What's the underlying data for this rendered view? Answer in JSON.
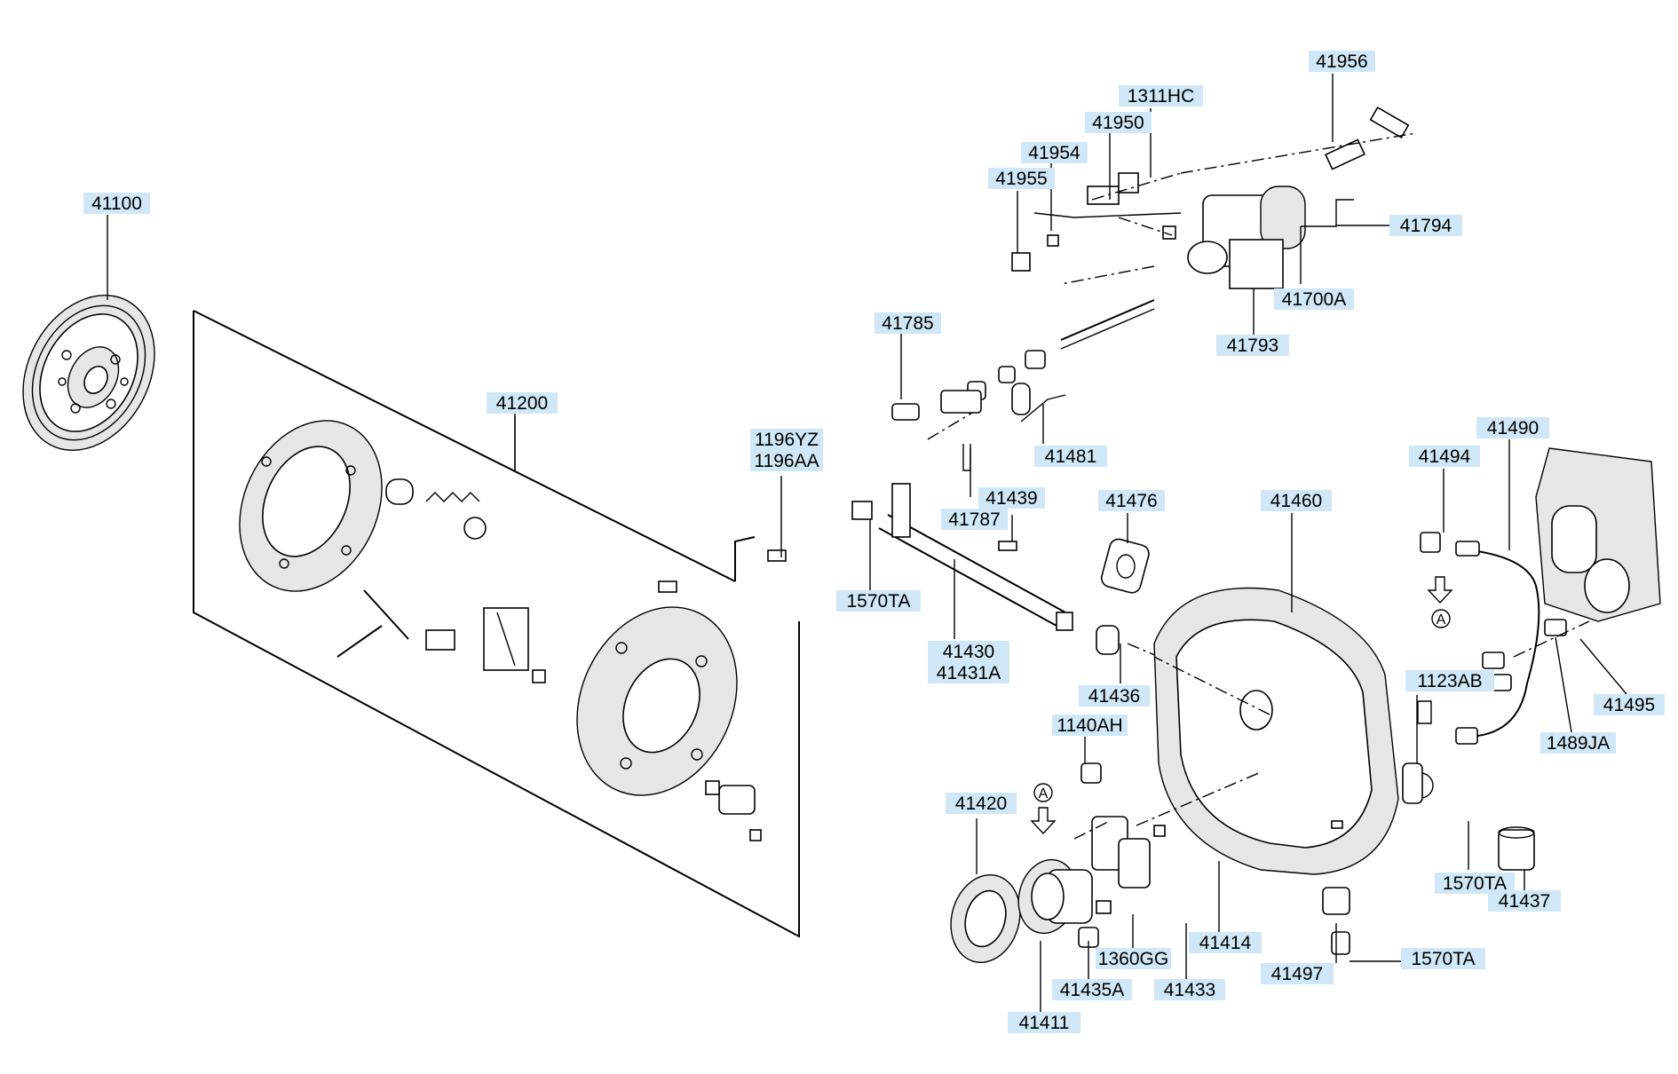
{
  "labels": [
    {
      "id": "41100",
      "lines": [
        "41100"
      ]
    },
    {
      "id": "41200",
      "lines": [
        "41200"
      ]
    },
    {
      "id": "1196YZ",
      "lines": [
        "1196YZ",
        "1196AA"
      ]
    },
    {
      "id": "41956",
      "lines": [
        "41956"
      ]
    },
    {
      "id": "1311HC",
      "lines": [
        "1311HC"
      ]
    },
    {
      "id": "41950",
      "lines": [
        "41950"
      ]
    },
    {
      "id": "41954",
      "lines": [
        "41954"
      ]
    },
    {
      "id": "41955",
      "lines": [
        "41955"
      ]
    },
    {
      "id": "41794",
      "lines": [
        "41794"
      ]
    },
    {
      "id": "41700A",
      "lines": [
        "41700A"
      ]
    },
    {
      "id": "41793",
      "lines": [
        "41793"
      ]
    },
    {
      "id": "41785",
      "lines": [
        "41785"
      ]
    },
    {
      "id": "41481",
      "lines": [
        "41481"
      ]
    },
    {
      "id": "41439",
      "lines": [
        "41439"
      ]
    },
    {
      "id": "41787",
      "lines": [
        "41787"
      ]
    },
    {
      "id": "41476",
      "lines": [
        "41476"
      ]
    },
    {
      "id": "41460",
      "lines": [
        "41460"
      ]
    },
    {
      "id": "41494",
      "lines": [
        "41494"
      ]
    },
    {
      "id": "41490",
      "lines": [
        "41490"
      ]
    },
    {
      "id": "1570TA-a",
      "lines": [
        "1570TA"
      ]
    },
    {
      "id": "41430",
      "lines": [
        "41430",
        "41431A"
      ]
    },
    {
      "id": "41436",
      "lines": [
        "41436"
      ]
    },
    {
      "id": "1140AH",
      "lines": [
        "1140AH"
      ]
    },
    {
      "id": "1123AB",
      "lines": [
        "1123AB"
      ]
    },
    {
      "id": "41495",
      "lines": [
        "41495"
      ]
    },
    {
      "id": "1489JA",
      "lines": [
        "1489JA"
      ]
    },
    {
      "id": "41420",
      "lines": [
        "41420"
      ]
    },
    {
      "id": "1570TA-b",
      "lines": [
        "1570TA"
      ]
    },
    {
      "id": "41437",
      "lines": [
        "41437"
      ]
    },
    {
      "id": "41414",
      "lines": [
        "41414"
      ]
    },
    {
      "id": "1360GG",
      "lines": [
        "1360GG"
      ]
    },
    {
      "id": "1570TA-c",
      "lines": [
        "1570TA"
      ]
    },
    {
      "id": "41497",
      "lines": [
        "41497"
      ]
    },
    {
      "id": "41435A",
      "lines": [
        "41435A"
      ]
    },
    {
      "id": "41433",
      "lines": [
        "41433"
      ]
    },
    {
      "id": "41411",
      "lines": [
        "41411"
      ]
    }
  ],
  "markers": [
    {
      "id": "A-top",
      "text": "A"
    },
    {
      "id": "A-bottom",
      "text": "A"
    }
  ],
  "colors": {
    "label_bg": "#cfe7f7",
    "line": "#000000",
    "paper": "#ffffff"
  }
}
